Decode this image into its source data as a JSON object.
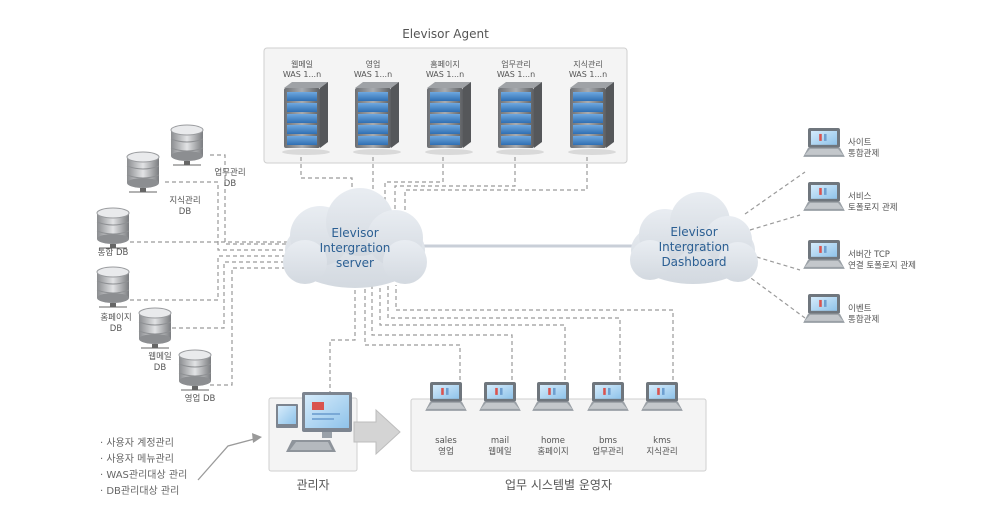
{
  "agent": {
    "title": "Elevisor Agent",
    "servers": [
      {
        "line1": "웹메일",
        "line2": "WAS 1...n"
      },
      {
        "line1": "영업",
        "line2": "WAS 1...n"
      },
      {
        "line1": "홈페이지",
        "line2": "WAS 1...n"
      },
      {
        "line1": "업무관리",
        "line2": "WAS 1...n"
      },
      {
        "line1": "지식관리",
        "line2": "WAS 1...n"
      }
    ]
  },
  "server_cloud": {
    "line1": "Elevisor",
    "line2": "Intergration",
    "line3": "server"
  },
  "dashboard_cloud": {
    "line1": "Elevisor",
    "line2": "Intergration",
    "line3": "Dashboard"
  },
  "databases": [
    {
      "line1": "업무관리",
      "line2": "DB"
    },
    {
      "line1": "지식관리",
      "line2": "DB"
    },
    {
      "line1": "통합 DB",
      "line2": ""
    },
    {
      "line1": "홈페이지",
      "line2": "DB"
    },
    {
      "line1": "웹메일",
      "line2": "DB"
    },
    {
      "line1": "영업 DB",
      "line2": ""
    }
  ],
  "monitors": [
    {
      "line1": "사이트",
      "line2": "통합관제"
    },
    {
      "line1": "서비스",
      "line2": "토폴로지 관제"
    },
    {
      "line1": "서버간 TCP",
      "line2": "연결 토폴로지 관제"
    },
    {
      "line1": "이벤트",
      "line2": "통합관제"
    }
  ],
  "admin": {
    "label": "관리자"
  },
  "operators": {
    "label": "업무 시스템별 운영자",
    "items": [
      {
        "line1": "sales",
        "line2": "영업"
      },
      {
        "line1": "mail",
        "line2": "웹메일"
      },
      {
        "line1": "home",
        "line2": "홈페이지"
      },
      {
        "line1": "bms",
        "line2": "업무관리"
      },
      {
        "line1": "kms",
        "line2": "지식관리"
      }
    ]
  },
  "admin_tasks": [
    "· 사용자 계정관리",
    "· 사용자 메뉴관리",
    "· WAS관리대상 관리",
    "· DB관리대상 관리"
  ],
  "colors": {
    "cloud": "#dfe4ea",
    "server_blue": "#3f7fbf",
    "dash": "#9a9a9a"
  }
}
